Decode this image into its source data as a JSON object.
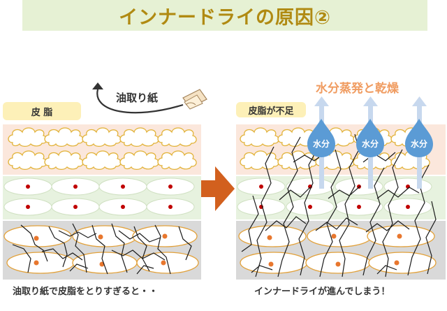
{
  "title": "インナードライの原因②",
  "left": {
    "label": "皮 脂",
    "tool_label": "油取り紙",
    "caption": "油取り紙で皮脂をとりすぎると・・"
  },
  "right": {
    "label": "皮脂が不足",
    "evap_label": "水分蒸発と乾燥",
    "drop_label": "水分",
    "caption": "インナードライが進んでしまう！"
  },
  "colors": {
    "title_bg": "#e6f1d4",
    "title_text": "#b08a12",
    "sebum_layer": "#fbe7dc",
    "cell_layer": "#e7f2df",
    "base_layer": "#d9d9d9",
    "arrow": "#d2601e",
    "water": "#5b9bd5",
    "dots_red": "#c00000",
    "dots_orange": "#e8772e"
  },
  "icons": [
    "cloud-sebum-icon",
    "water-drop-icon",
    "oil-paper-icon",
    "right-arrow-icon",
    "up-arrow-icon"
  ]
}
